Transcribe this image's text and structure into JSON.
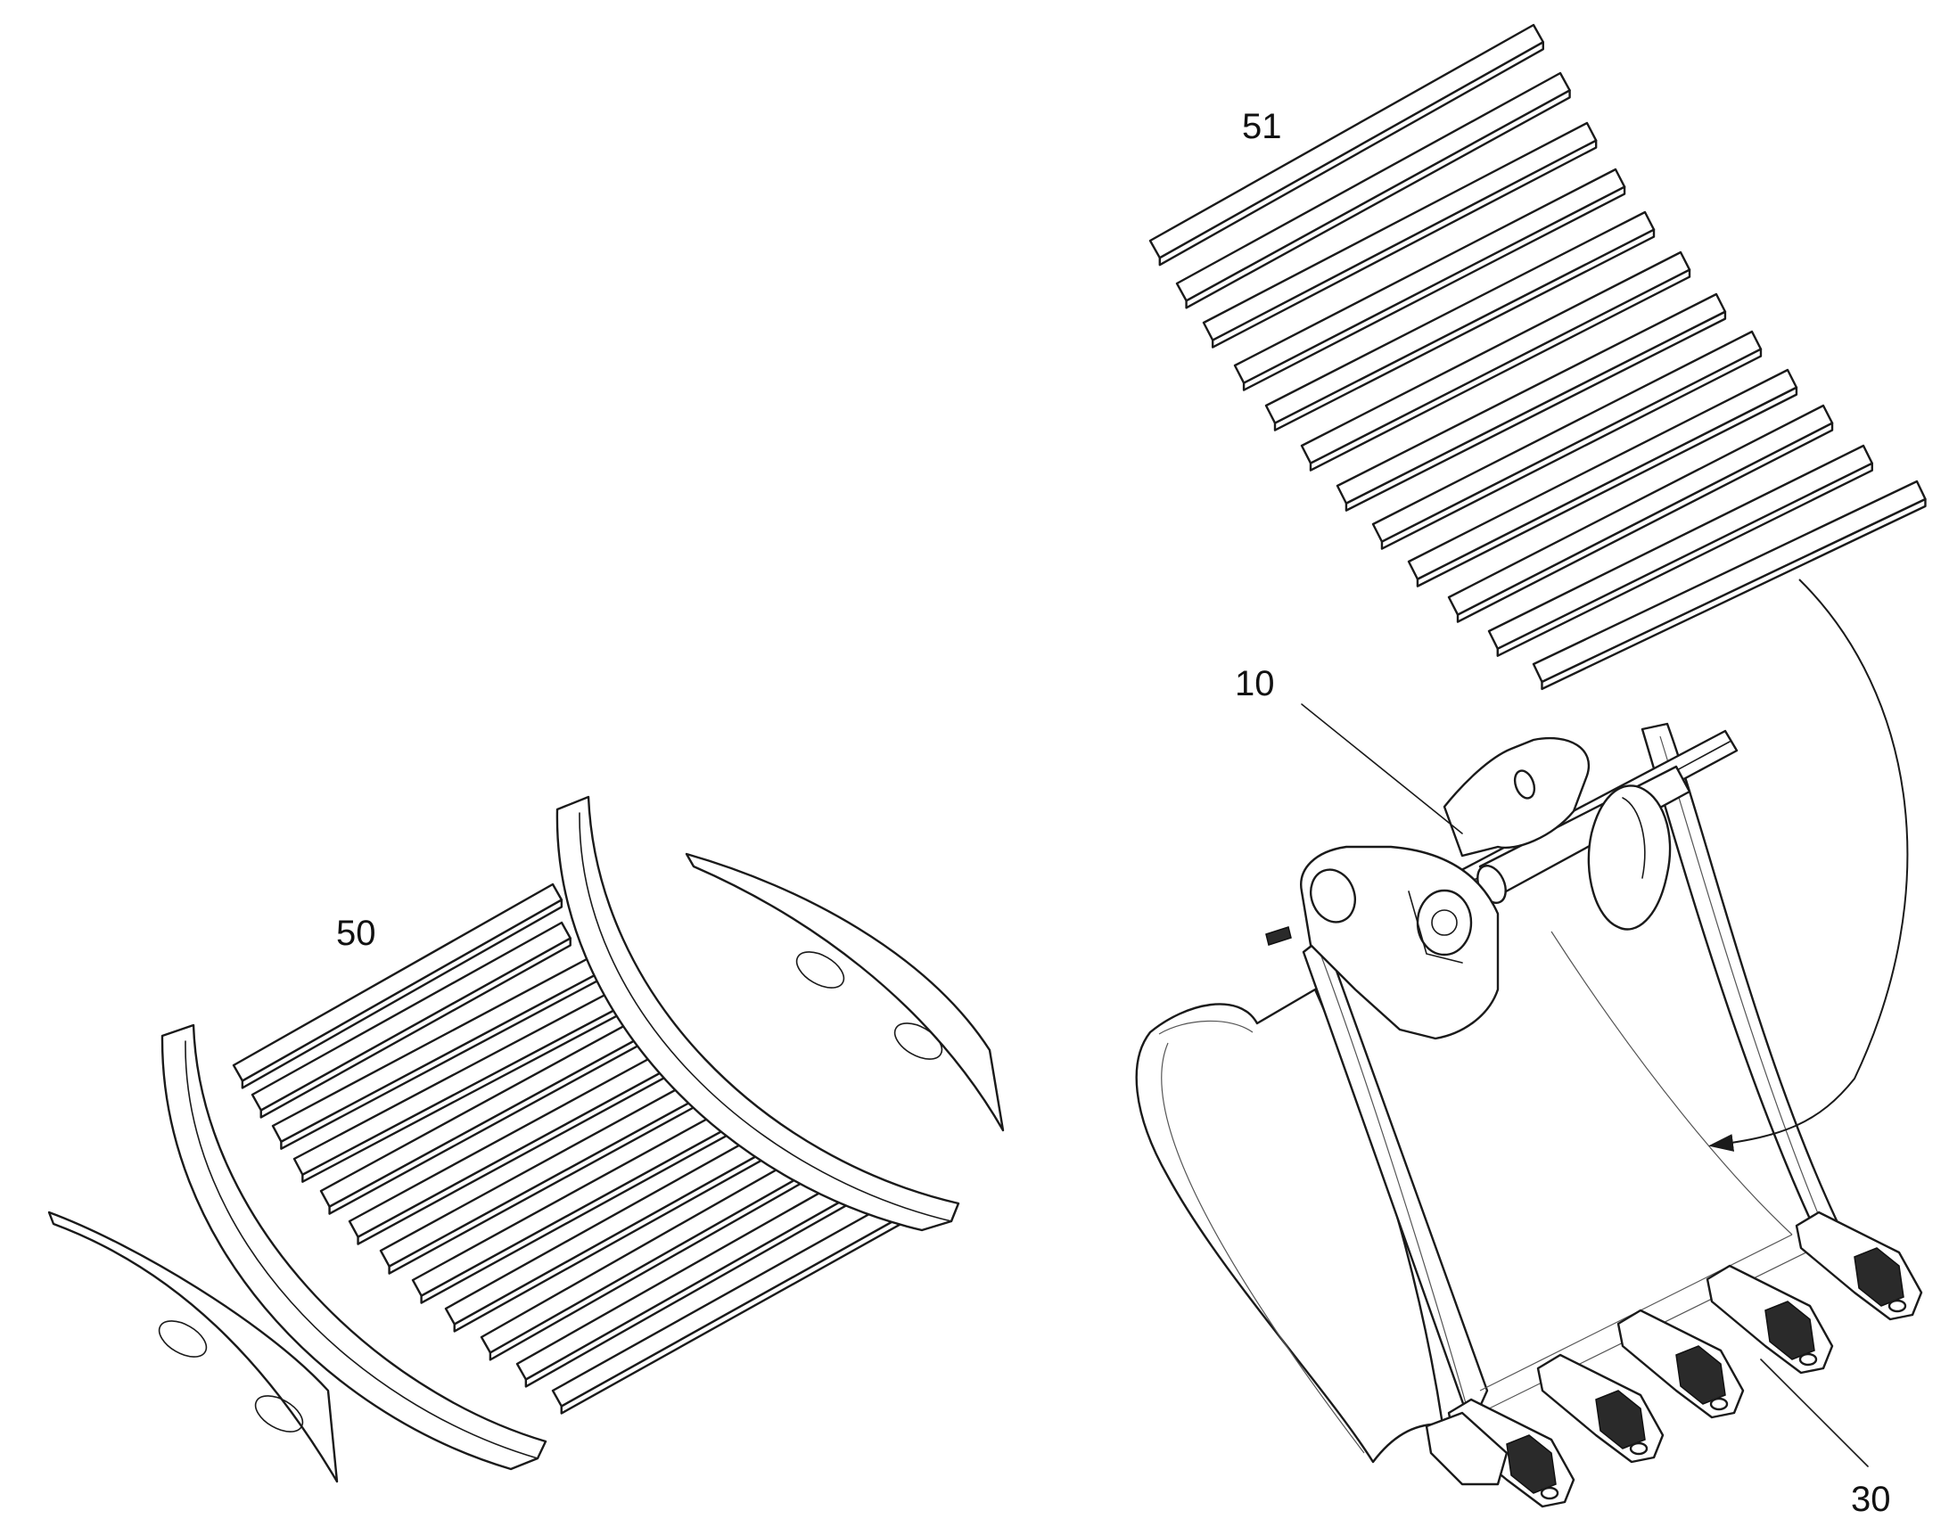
{
  "labels": {
    "strip_set_flat": "50",
    "strip_set_curved": "51",
    "bucket_body": "10",
    "tooth_edge": "30"
  }
}
